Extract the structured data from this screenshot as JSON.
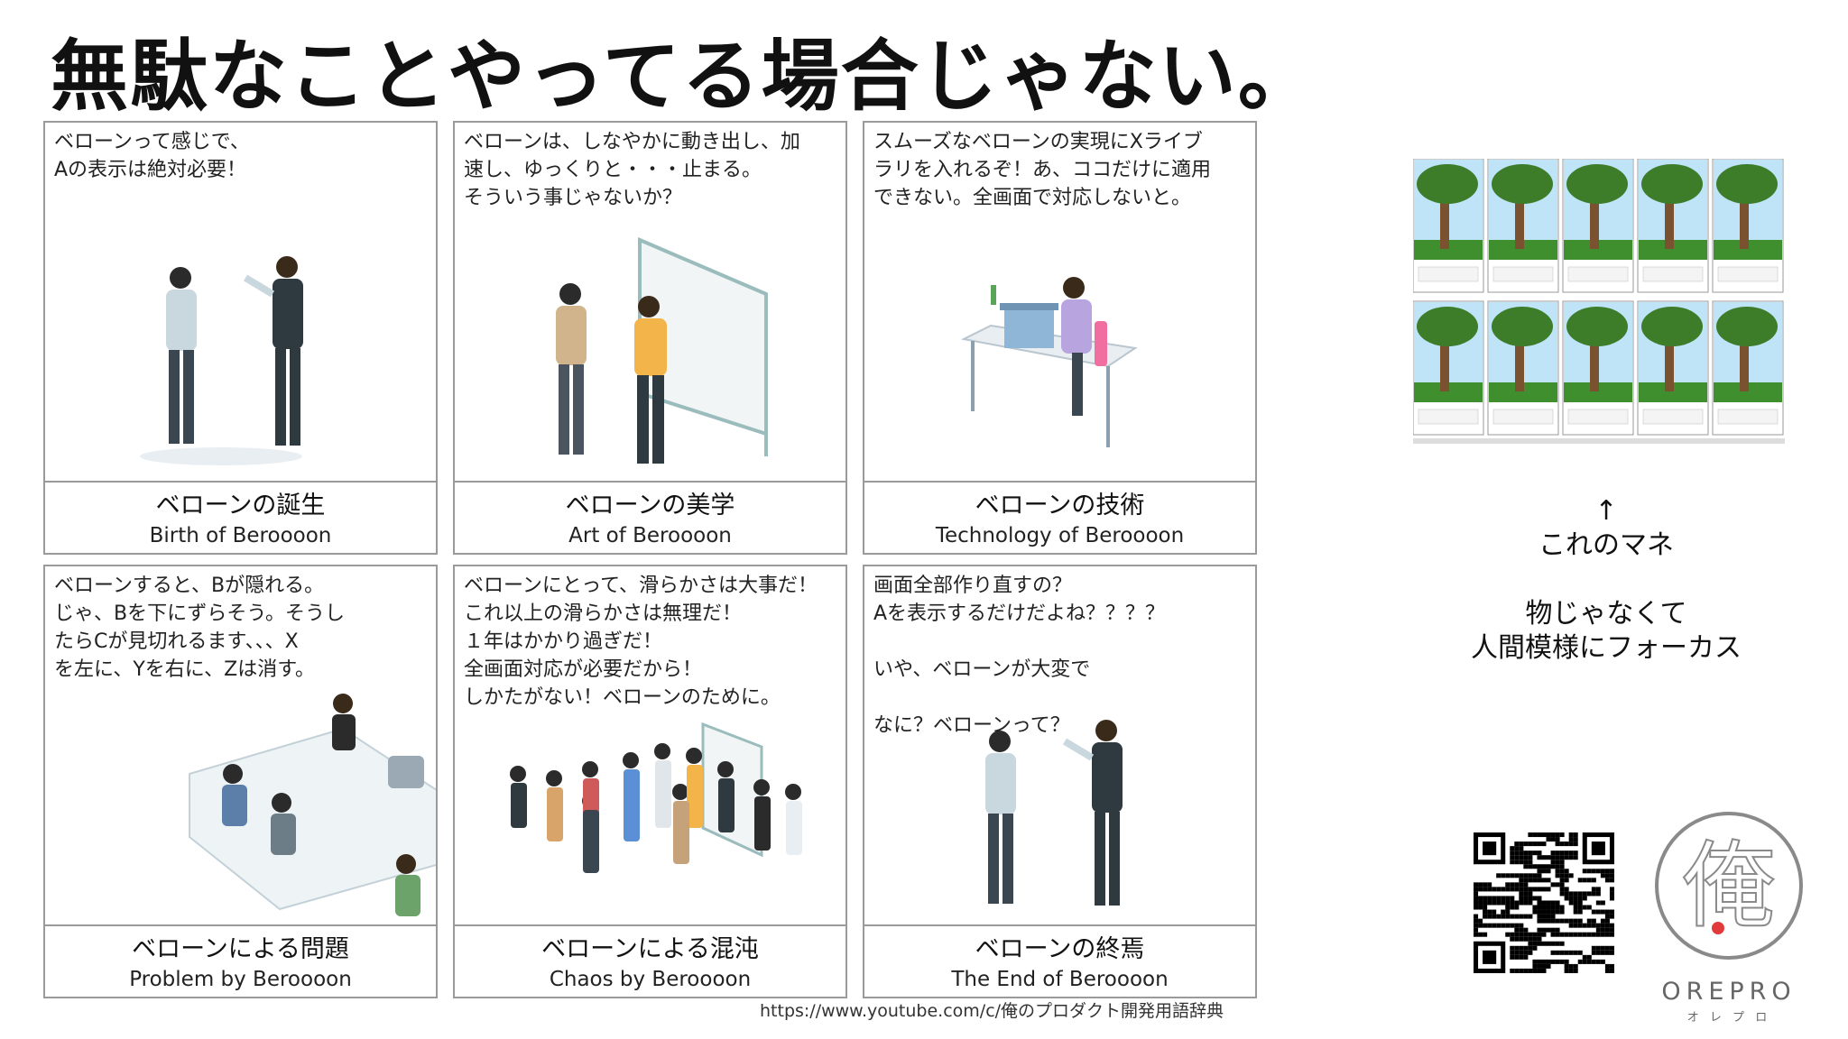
{
  "title": "無駄なことやってる場合じゃない。",
  "panels": [
    {
      "dialog": "ベローンって感じで、\nAの表示は絶対必要！",
      "caption_jp": "ベローンの誕生",
      "caption_en": "Birth of Beroooon"
    },
    {
      "dialog": "ベローンは、しなやかに動き出し、加\n速し、ゆっくりと・・・止まる。\nそういう事じゃないか？",
      "caption_jp": "ベローンの美学",
      "caption_en": "Art of Beroooon"
    },
    {
      "dialog": "スムーズなベローンの実現にXライブ\nラリを入れるぞ！あ、ココだけに適用\nできない。全画面で対応しないと。",
      "caption_jp": "ベローンの技術",
      "caption_en": "Technology of Beroooon"
    },
    {
      "dialog": "ベローンすると、Bが隠れる。\nじゃ、Bを下にずらそう。そうし\nたらCが見切れるます、、、X\nを左に、Yを右に、Zは消す。",
      "caption_jp": "ベローンによる問題",
      "caption_en": "Problem by Beroooon"
    },
    {
      "dialog": "ベローンにとって、滑らかさは大事だ！\nこれ以上の滑らかさは無理だ！\n１年はかかり過ぎだ！\n全画面対応が必要だから！\nしかたがない！ベローンのために。",
      "caption_jp": "ベローンによる混沌",
      "caption_en": "Chaos by Beroooon"
    },
    {
      "dialog": "画面全部作り直すの？\nAを表示するだけだよね？？？？\n\nいや、ベローンが大変で\n\nなに？ベローンって？",
      "caption_jp": "ベローンの終焉",
      "caption_en": "The End of Beroooon"
    }
  ],
  "side": {
    "arrow": "↑",
    "line1": "これのマネ",
    "line2": "物じゃなくて",
    "line3": "人間模様にフォーカス"
  },
  "url": "https://www.youtube.com/c/俺のプロダクト開発用語辞典",
  "logo": {
    "kanji": "俺",
    "name": "OREPRO",
    "kana": "オ レ プ ロ"
  },
  "colors": {
    "panel_border": "#9a9a9a",
    "sky": "#bfe3f7",
    "grass": "#3f8f2e",
    "logo_gray": "#8a8a8a",
    "logo_red": "#e23a3a"
  }
}
